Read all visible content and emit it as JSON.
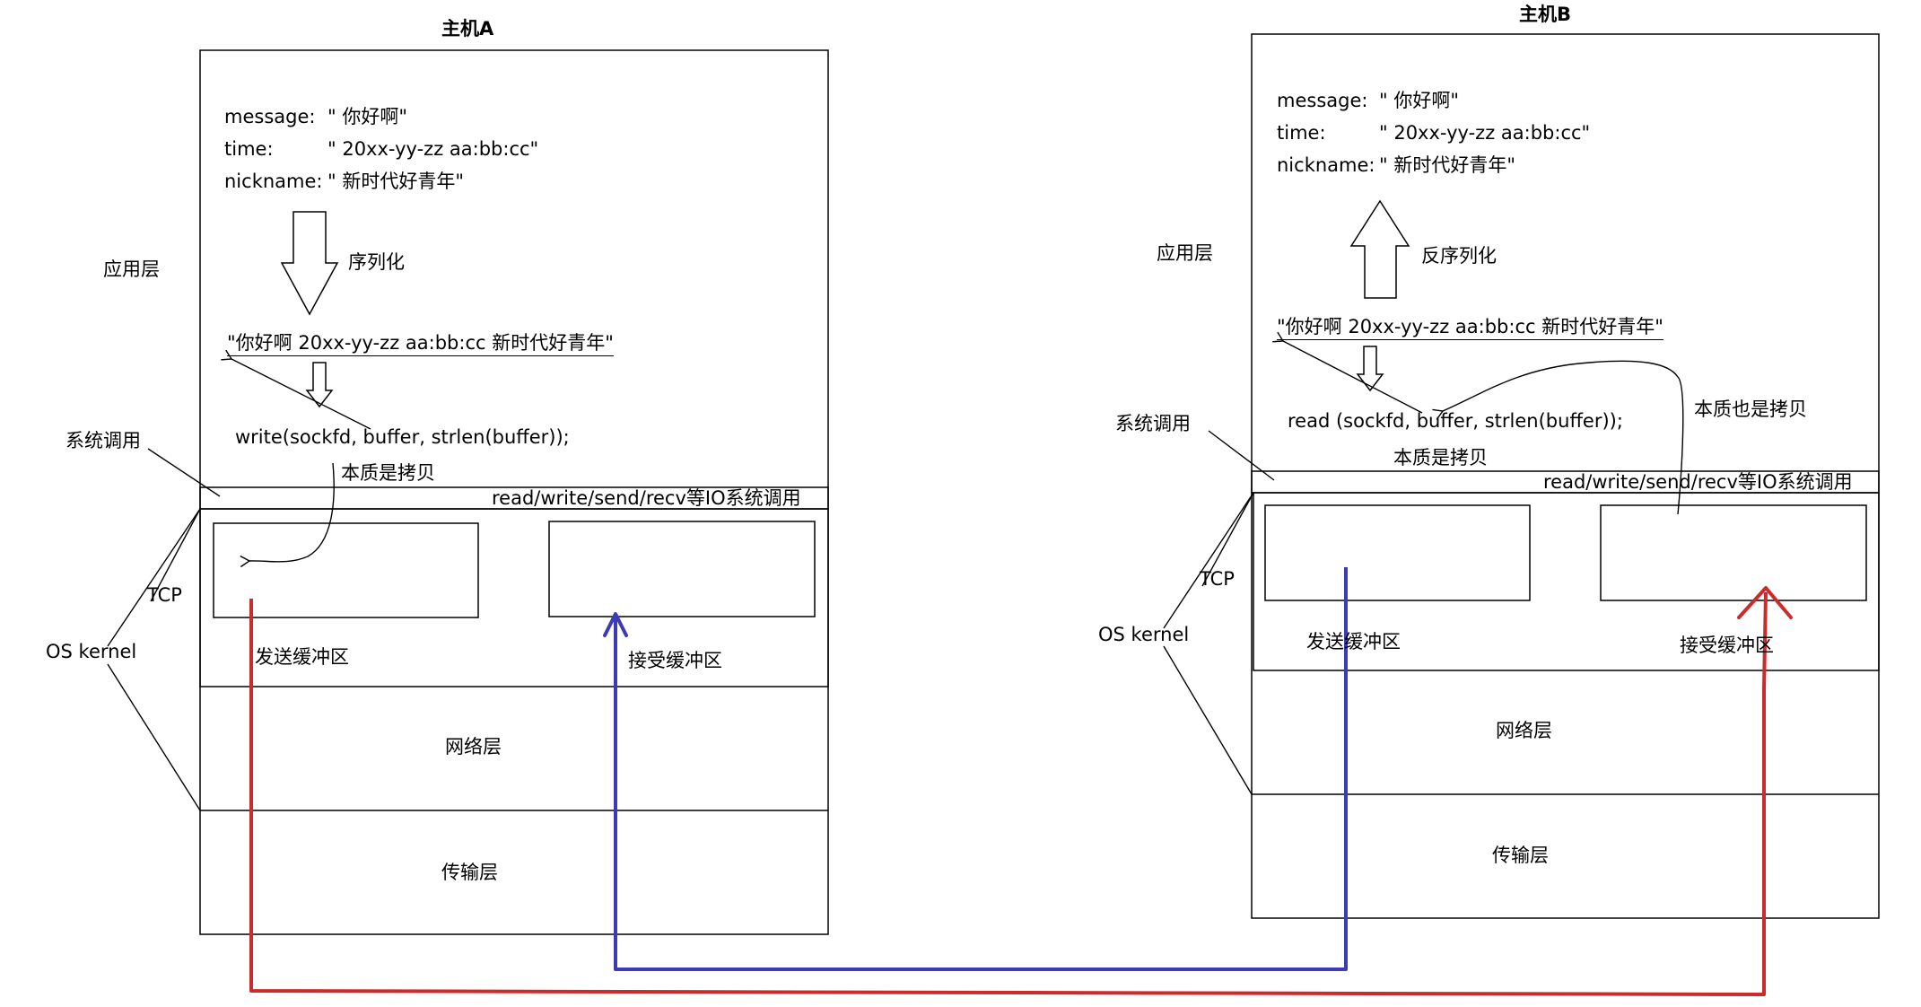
{
  "host_a": {
    "title": "主机A",
    "message_key": "message:",
    "message_val": "\" 你好啊\"",
    "time_key": "time:",
    "time_val": "\" 20xx-yy-zz aa:bb:cc\"",
    "nickname_key": "nickname:",
    "nickname_val": "\" 新时代好青年\"",
    "serialize_label": "序列化",
    "serialized_string": "\"你好啊 20xx-yy-zz aa:bb:cc 新时代好青年\"",
    "syscall_code": "write(sockfd, buffer, strlen(buffer));",
    "copy_note": "本质是拷贝",
    "io_syscall_label": "read/write/send/recv等IO系统调用",
    "send_buffer_label": "发送缓冲区",
    "recv_buffer_label": "接受缓冲区",
    "network_layer_label": "网络层",
    "transport_layer_label": "传输层"
  },
  "host_b": {
    "title": "主机B",
    "message_key": "message:",
    "message_val": "\" 你好啊\"",
    "time_key": "time:",
    "time_val": "\" 20xx-yy-zz aa:bb:cc\"",
    "nickname_key": "nickname:",
    "nickname_val": "\" 新时代好青年\"",
    "deserialize_label": "反序列化",
    "serialized_string": "\"你好啊 20xx-yy-zz aa:bb:cc 新时代好青年\"",
    "syscall_code": "read (sockfd, buffer, strlen(buffer));",
    "copy_note": "本质是拷贝",
    "copy_note_2": "本质也是拷贝",
    "io_syscall_label": "read/write/send/recv等IO系统调用",
    "send_buffer_label": "发送缓冲区",
    "recv_buffer_label": "接受缓冲区",
    "network_layer_label": "网络层",
    "transport_layer_label": "传输层"
  },
  "side_labels": {
    "app_layer": "应用层",
    "syscall": "系统调用",
    "tcp": "TCP",
    "os_kernel": "OS kernel"
  },
  "colors": {
    "red_path": "#cc2b2b",
    "blue_path": "#3b3bb8",
    "line": "#000000"
  }
}
